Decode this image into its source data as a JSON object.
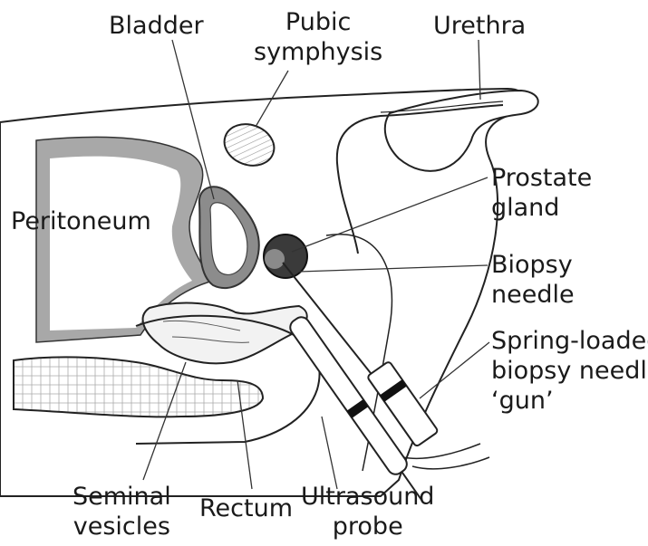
{
  "labels": {
    "bladder": "Bladder",
    "pubic_symphysis": [
      "Pubic",
      "symphysis"
    ],
    "urethra": "Urethra",
    "peritoneum": "Peritoneum",
    "prostate_gland": [
      "Prostate",
      "gland"
    ],
    "biopsy_needle": [
      "Biopsy",
      "needle"
    ],
    "spring_loaded_gun": [
      "Spring-loaded",
      "biopsy needle",
      "‘gun’"
    ],
    "seminal_vesicles": [
      "Seminal",
      "vesicles"
    ],
    "rectum": "Rectum",
    "ultrasound_probe": [
      "Ultrasound",
      "probe"
    ]
  },
  "colors": {
    "ink": "#222222",
    "prostate": "#3a3a3a",
    "bladder_wall": "#8c8c8c",
    "peritoneum": "#a8a8a8",
    "tissue": "#f2f2f2"
  }
}
